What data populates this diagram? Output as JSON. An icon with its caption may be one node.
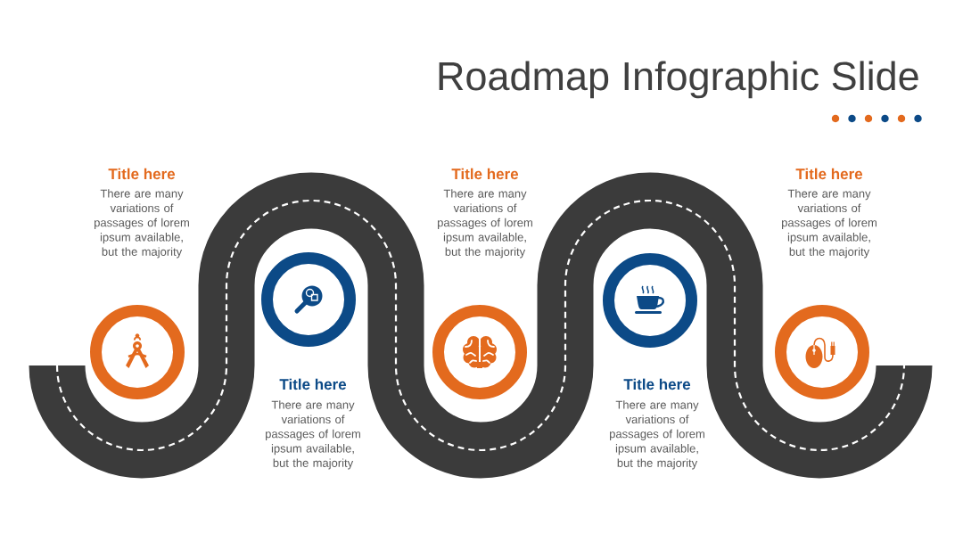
{
  "diagram": {
    "title": "Roadmap Infographic Slide",
    "nodes": [
      {
        "text": [],
        "shape": "circle",
        "beside": [
          "Title here",
          "There are many variations of passages of lorem ipsum available, but the majority"
        ]
      },
      {
        "text": [],
        "shape": "circle",
        "beside": [
          "Title here",
          "There are many variations of passages of lorem ipsum available, but the majority"
        ]
      },
      {
        "text": [],
        "shape": "circle",
        "beside": [
          "Title here",
          "There are many variations of passages of lorem ipsum available, but the majority"
        ]
      },
      {
        "text": [],
        "shape": "circle",
        "beside": [
          "Title here",
          "There are many variations of passages of lorem ipsum available, but the majority"
        ]
      },
      {
        "text": [],
        "shape": "circle",
        "beside": [
          "Title here",
          "There are many variations of passages of lorem ipsum available, but the majority"
        ]
      }
    ]
  }
}
